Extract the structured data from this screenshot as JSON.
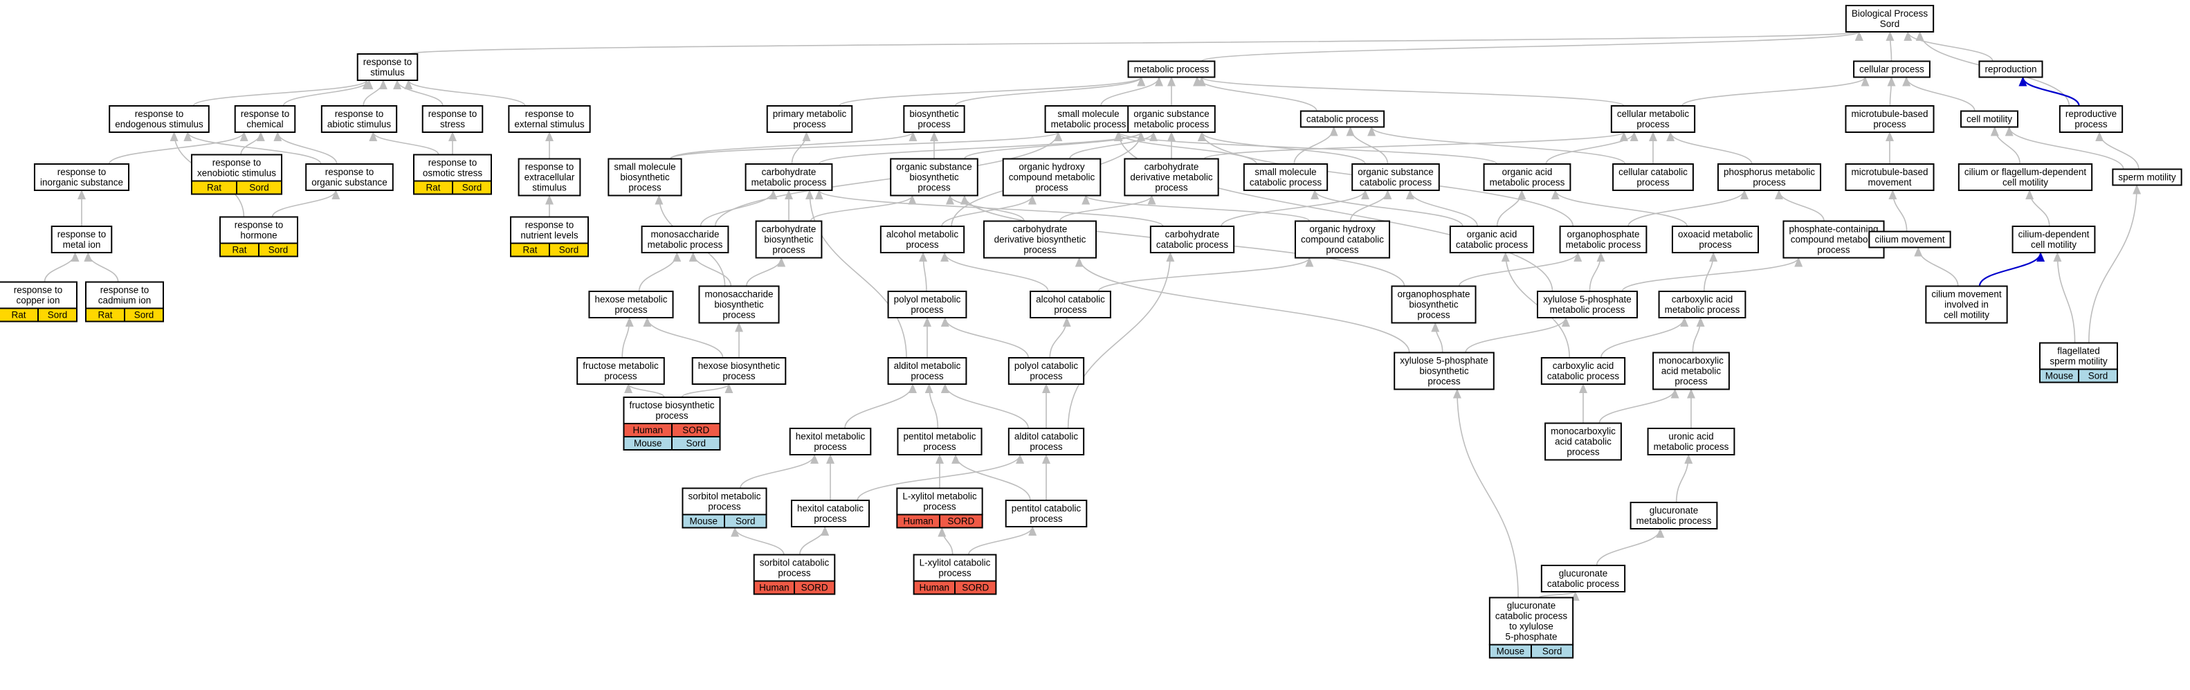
{
  "nodes": [
    {
      "id": "root",
      "lines": [
        "Biological Process",
        "Sord"
      ]
    },
    {
      "id": "stim",
      "lines": [
        "response to",
        "stimulus"
      ]
    },
    {
      "id": "meta",
      "lines": [
        "metabolic process"
      ]
    },
    {
      "id": "cell",
      "lines": [
        "cellular process"
      ]
    },
    {
      "id": "repro",
      "lines": [
        "reproduction"
      ]
    },
    {
      "id": "endo",
      "lines": [
        "response to",
        "endogenous stimulus"
      ]
    },
    {
      "id": "chem",
      "lines": [
        "response to",
        "chemical"
      ]
    },
    {
      "id": "abio",
      "lines": [
        "response to",
        "abiotic stimulus"
      ]
    },
    {
      "id": "stress",
      "lines": [
        "response to",
        "stress"
      ]
    },
    {
      "id": "ext",
      "lines": [
        "response to",
        "external stimulus"
      ]
    },
    {
      "id": "primmet",
      "lines": [
        "primary metabolic",
        "process"
      ]
    },
    {
      "id": "biosyn",
      "lines": [
        "biosynthetic",
        "process"
      ]
    },
    {
      "id": "smm",
      "lines": [
        "small molecule",
        "metabolic process"
      ]
    },
    {
      "id": "osm",
      "lines": [
        "organic substance",
        "metabolic process"
      ]
    },
    {
      "id": "catab",
      "lines": [
        "catabolic process"
      ]
    },
    {
      "id": "cmp",
      "lines": [
        "cellular metabolic",
        "process"
      ]
    },
    {
      "id": "mtb",
      "lines": [
        "microtubule-based",
        "process"
      ]
    },
    {
      "id": "cmot",
      "lines": [
        "cell motility"
      ]
    },
    {
      "id": "reprop",
      "lines": [
        "reproductive",
        "process"
      ]
    },
    {
      "id": "inorg",
      "lines": [
        "response to",
        "inorganic substance"
      ]
    },
    {
      "id": "xeno",
      "lines": [
        "response to",
        "xenobiotic stimulus"
      ],
      "ann": [
        {
          "label": "Rat",
          "color": "#ffd700"
        },
        {
          "label": "Sord",
          "color": "#ffd700"
        }
      ]
    },
    {
      "id": "orgsub",
      "lines": [
        "response to",
        "organic substance"
      ]
    },
    {
      "id": "osmo",
      "lines": [
        "response to",
        "osmotic stress"
      ],
      "ann": [
        {
          "label": "Rat",
          "color": "#ffd700"
        },
        {
          "label": "Sord",
          "color": "#ffd700"
        }
      ]
    },
    {
      "id": "extra",
      "lines": [
        "response to",
        "extracellular",
        "stimulus"
      ]
    },
    {
      "id": "smbio",
      "lines": [
        "small molecule",
        "biosynthetic",
        "process"
      ]
    },
    {
      "id": "carbm",
      "lines": [
        "carbohydrate",
        "metabolic process"
      ]
    },
    {
      "id": "osbio",
      "lines": [
        "organic substance",
        "biosynthetic",
        "process"
      ]
    },
    {
      "id": "ohm",
      "lines": [
        "organic hydroxy",
        "compound metabolic",
        "process"
      ]
    },
    {
      "id": "cdm",
      "lines": [
        "carbohydrate",
        "derivative metabolic",
        "process"
      ]
    },
    {
      "id": "smcat",
      "lines": [
        "small molecule",
        "catabolic process"
      ]
    },
    {
      "id": "oscat",
      "lines": [
        "organic substance",
        "catabolic process"
      ]
    },
    {
      "id": "oam",
      "lines": [
        "organic acid",
        "metabolic process"
      ]
    },
    {
      "id": "ccat",
      "lines": [
        "cellular catabolic",
        "process"
      ]
    },
    {
      "id": "phos",
      "lines": [
        "phosphorus metabolic",
        "process"
      ]
    },
    {
      "id": "mtbm",
      "lines": [
        "microtubule-based",
        "movement"
      ]
    },
    {
      "id": "cfm",
      "lines": [
        "cilium or flagellum-dependent",
        "cell motility"
      ]
    },
    {
      "id": "spm",
      "lines": [
        "sperm motility"
      ]
    },
    {
      "id": "metion",
      "lines": [
        "response to",
        "metal ion"
      ]
    },
    {
      "id": "horm",
      "lines": [
        "response to",
        "hormone"
      ],
      "ann": [
        {
          "label": "Rat",
          "color": "#ffd700"
        },
        {
          "label": "Sord",
          "color": "#ffd700"
        }
      ]
    },
    {
      "id": "nutr",
      "lines": [
        "response to",
        "nutrient levels"
      ],
      "ann": [
        {
          "label": "Rat",
          "color": "#ffd700"
        },
        {
          "label": "Sord",
          "color": "#ffd700"
        }
      ]
    },
    {
      "id": "monom",
      "lines": [
        "monosaccharide",
        "metabolic process"
      ]
    },
    {
      "id": "carbbio",
      "lines": [
        "carbohydrate",
        "biosynthetic",
        "process"
      ]
    },
    {
      "id": "alcm",
      "lines": [
        "alcohol metabolic",
        "process"
      ]
    },
    {
      "id": "cdbio",
      "lines": [
        "carbohydrate",
        "derivative biosynthetic",
        "process"
      ]
    },
    {
      "id": "carbcat",
      "lines": [
        "carbohydrate",
        "catabolic process"
      ]
    },
    {
      "id": "ohcat",
      "lines": [
        "organic hydroxy",
        "compound catabolic",
        "process"
      ]
    },
    {
      "id": "oacat",
      "lines": [
        "organic acid",
        "catabolic process"
      ]
    },
    {
      "id": "orgph",
      "lines": [
        "organophosphate",
        "metabolic process"
      ]
    },
    {
      "id": "oxo",
      "lines": [
        "oxoacid metabolic",
        "process"
      ]
    },
    {
      "id": "pcc",
      "lines": [
        "phosphate-containing",
        "compound metabolic",
        "process"
      ]
    },
    {
      "id": "cmov",
      "lines": [
        "cilium movement"
      ]
    },
    {
      "id": "cdcm",
      "lines": [
        "cilium-dependent",
        "cell motility"
      ]
    },
    {
      "id": "copper",
      "lines": [
        "response to",
        "copper ion"
      ],
      "ann": [
        {
          "label": "Rat",
          "color": "#ffd700"
        },
        {
          "label": "Sord",
          "color": "#ffd700"
        }
      ]
    },
    {
      "id": "cadm",
      "lines": [
        "response to",
        "cadmium ion"
      ],
      "ann": [
        {
          "label": "Rat",
          "color": "#ffd700"
        },
        {
          "label": "Sord",
          "color": "#ffd700"
        }
      ]
    },
    {
      "id": "hexm",
      "lines": [
        "hexose metabolic",
        "process"
      ]
    },
    {
      "id": "monobio",
      "lines": [
        "monosaccharide",
        "biosynthetic",
        "process"
      ]
    },
    {
      "id": "polm",
      "lines": [
        "polyol metabolic",
        "process"
      ]
    },
    {
      "id": "alccat",
      "lines": [
        "alcohol catabolic",
        "process"
      ]
    },
    {
      "id": "orgphbio",
      "lines": [
        "organophosphate",
        "biosynthetic",
        "process"
      ]
    },
    {
      "id": "x5pm",
      "lines": [
        "xylulose 5-phosphate",
        "metabolic process"
      ]
    },
    {
      "id": "cam",
      "lines": [
        "carboxylic acid",
        "metabolic process"
      ]
    },
    {
      "id": "cmic",
      "lines": [
        "cilium movement",
        "involved in",
        "cell motility"
      ]
    },
    {
      "id": "fruc",
      "lines": [
        "fructose metabolic",
        "process"
      ]
    },
    {
      "id": "hexbio",
      "lines": [
        "hexose biosynthetic",
        "process"
      ]
    },
    {
      "id": "aldm",
      "lines": [
        "alditol metabolic",
        "process"
      ]
    },
    {
      "id": "polcat",
      "lines": [
        "polyol catabolic",
        "process"
      ]
    },
    {
      "id": "x5pbio",
      "lines": [
        "xylulose 5-phosphate",
        "biosynthetic",
        "process"
      ]
    },
    {
      "id": "cacat",
      "lines": [
        "carboxylic acid",
        "catabolic process"
      ]
    },
    {
      "id": "mcam",
      "lines": [
        "monocarboxylic",
        "acid metabolic",
        "process"
      ]
    },
    {
      "id": "flag",
      "lines": [
        "flagellated",
        "sperm motility"
      ],
      "ann": [
        {
          "label": "Mouse",
          "color": "#add8e6"
        },
        {
          "label": "Sord",
          "color": "#add8e6"
        }
      ]
    },
    {
      "id": "frucbio",
      "lines": [
        "fructose biosynthetic",
        "process"
      ],
      "ann": [
        {
          "label": "Human",
          "color": "#f05a46"
        },
        {
          "label": "SORD",
          "color": "#f05a46"
        },
        {
          "label": "Mouse",
          "color": "#add8e6"
        },
        {
          "label": "Sord",
          "color": "#add8e6"
        }
      ]
    },
    {
      "id": "hexitm",
      "lines": [
        "hexitol metabolic",
        "process"
      ]
    },
    {
      "id": "pentm",
      "lines": [
        "pentitol metabolic",
        "process"
      ]
    },
    {
      "id": "aldcat",
      "lines": [
        "alditol catabolic",
        "process"
      ]
    },
    {
      "id": "mcacat",
      "lines": [
        "monocarboxylic",
        "acid catabolic",
        "process"
      ]
    },
    {
      "id": "uronic",
      "lines": [
        "uronic acid",
        "metabolic process"
      ]
    },
    {
      "id": "sorbm",
      "lines": [
        "sorbitol metabolic",
        "process"
      ],
      "ann": [
        {
          "label": "Mouse",
          "color": "#add8e6"
        },
        {
          "label": "Sord",
          "color": "#add8e6"
        }
      ]
    },
    {
      "id": "hexcat",
      "lines": [
        "hexitol catabolic",
        "process"
      ]
    },
    {
      "id": "lxylm",
      "lines": [
        "L-xylitol metabolic",
        "process"
      ],
      "ann": [
        {
          "label": "Human",
          "color": "#f05a46"
        },
        {
          "label": "SORD",
          "color": "#f05a46"
        }
      ]
    },
    {
      "id": "pentcat",
      "lines": [
        "pentitol catabolic",
        "process"
      ]
    },
    {
      "id": "glucm",
      "lines": [
        "glucuronate",
        "metabolic process"
      ]
    },
    {
      "id": "sorbcat",
      "lines": [
        "sorbitol catabolic",
        "process"
      ],
      "ann": [
        {
          "label": "Human",
          "color": "#f05a46"
        },
        {
          "label": "SORD",
          "color": "#f05a46"
        }
      ]
    },
    {
      "id": "lxylcat",
      "lines": [
        "L-xylitol catabolic",
        "process"
      ],
      "ann": [
        {
          "label": "Human",
          "color": "#f05a46"
        },
        {
          "label": "SORD",
          "color": "#f05a46"
        }
      ]
    },
    {
      "id": "glucat",
      "lines": [
        "glucuronate",
        "catabolic process"
      ]
    },
    {
      "id": "gluxyl",
      "lines": [
        "glucuronate",
        "catabolic process",
        "to xylulose",
        "5-phosphate"
      ],
      "ann": [
        {
          "label": "Mouse",
          "color": "#add8e6"
        },
        {
          "label": "Sord",
          "color": "#add8e6"
        }
      ]
    }
  ],
  "edges": [
    [
      "stim",
      "root"
    ],
    [
      "meta",
      "root"
    ],
    [
      "cell",
      "root"
    ],
    [
      "repro",
      "root"
    ],
    [
      "reprop",
      "root"
    ],
    [
      "endo",
      "stim"
    ],
    [
      "chem",
      "stim"
    ],
    [
      "abio",
      "stim"
    ],
    [
      "stress",
      "stim"
    ],
    [
      "ext",
      "stim"
    ],
    [
      "primmet",
      "meta"
    ],
    [
      "biosyn",
      "meta"
    ],
    [
      "smm",
      "meta"
    ],
    [
      "osm",
      "meta"
    ],
    [
      "catab",
      "meta"
    ],
    [
      "cmp",
      "meta"
    ],
    [
      "cmp",
      "cell"
    ],
    [
      "mtb",
      "cell"
    ],
    [
      "cmot",
      "cell"
    ],
    [
      "reprop",
      "repro"
    ],
    [
      "inorg",
      "chem"
    ],
    [
      "xeno",
      "chem"
    ],
    [
      "orgsub",
      "chem"
    ],
    [
      "orgsub",
      "endo"
    ],
    [
      "osmo",
      "abio"
    ],
    [
      "osmo",
      "stress"
    ],
    [
      "extra",
      "ext"
    ],
    [
      "metion",
      "inorg"
    ],
    [
      "copper",
      "metion"
    ],
    [
      "cadm",
      "metion"
    ],
    [
      "horm",
      "endo"
    ],
    [
      "horm",
      "orgsub"
    ],
    [
      "nutr",
      "extra"
    ],
    [
      "smbio",
      "smm"
    ],
    [
      "smbio",
      "biosyn"
    ],
    [
      "carbm",
      "primmet"
    ],
    [
      "carbm",
      "osm"
    ],
    [
      "osbio",
      "biosyn"
    ],
    [
      "osbio",
      "osm"
    ],
    [
      "ohm",
      "osm"
    ],
    [
      "cdm",
      "osm"
    ],
    [
      "cdm",
      "cmp"
    ],
    [
      "smcat",
      "smm"
    ],
    [
      "smcat",
      "catab"
    ],
    [
      "oscat",
      "osm"
    ],
    [
      "oscat",
      "catab"
    ],
    [
      "oam",
      "smm"
    ],
    [
      "oam",
      "cmp"
    ],
    [
      "ccat",
      "cmp"
    ],
    [
      "ccat",
      "catab"
    ],
    [
      "phos",
      "cmp"
    ],
    [
      "mtbm",
      "mtb"
    ],
    [
      "cfm",
      "cmot"
    ],
    [
      "spm",
      "cmot"
    ],
    [
      "spm",
      "reprop"
    ],
    [
      "monom",
      "carbm"
    ],
    [
      "monom",
      "smm"
    ],
    [
      "carbbio",
      "carbm"
    ],
    [
      "carbbio",
      "osbio"
    ],
    [
      "alcm",
      "ohm"
    ],
    [
      "alcm",
      "osm"
    ],
    [
      "cdbio",
      "cdm"
    ],
    [
      "cdbio",
      "osbio"
    ],
    [
      "carbcat",
      "carbm"
    ],
    [
      "carbcat",
      "oscat"
    ],
    [
      "ohcat",
      "ohm"
    ],
    [
      "ohcat",
      "oscat"
    ],
    [
      "oacat",
      "oam"
    ],
    [
      "oacat",
      "smcat"
    ],
    [
      "oacat",
      "oscat"
    ],
    [
      "orgph",
      "phos"
    ],
    [
      "orgph",
      "osm"
    ],
    [
      "oxo",
      "oam"
    ],
    [
      "pcc",
      "phos"
    ],
    [
      "cmov",
      "mtbm"
    ],
    [
      "cdcm",
      "cfm"
    ],
    [
      "hexm",
      "monom"
    ],
    [
      "monobio",
      "monom"
    ],
    [
      "monobio",
      "carbbio"
    ],
    [
      "monobio",
      "smbio"
    ],
    [
      "polm",
      "alcm"
    ],
    [
      "alccat",
      "alcm"
    ],
    [
      "alccat",
      "ohcat"
    ],
    [
      "orgphbio",
      "orgph"
    ],
    [
      "orgphbio",
      "osbio"
    ],
    [
      "x5pm",
      "orgph"
    ],
    [
      "x5pm",
      "pcc"
    ],
    [
      "x5pm",
      "smm"
    ],
    [
      "cam",
      "oxo"
    ],
    [
      "cmic",
      "cmov"
    ],
    [
      "cmic",
      "cdcm"
    ],
    [
      "fruc",
      "hexm"
    ],
    [
      "hexbio",
      "hexm"
    ],
    [
      "hexbio",
      "monobio"
    ],
    [
      "aldm",
      "polm"
    ],
    [
      "aldm",
      "carbm"
    ],
    [
      "polcat",
      "polm"
    ],
    [
      "polcat",
      "alccat"
    ],
    [
      "x5pbio",
      "x5pm"
    ],
    [
      "x5pbio",
      "orgphbio"
    ],
    [
      "x5pbio",
      "cdbio"
    ],
    [
      "cacat",
      "cam"
    ],
    [
      "cacat",
      "oacat"
    ],
    [
      "mcam",
      "cam"
    ],
    [
      "flag",
      "cdcm"
    ],
    [
      "flag",
      "spm"
    ],
    [
      "frucbio",
      "fruc"
    ],
    [
      "frucbio",
      "hexbio"
    ],
    [
      "hexitm",
      "aldm"
    ],
    [
      "pentm",
      "aldm"
    ],
    [
      "aldcat",
      "aldm"
    ],
    [
      "aldcat",
      "polcat"
    ],
    [
      "aldcat",
      "carbcat"
    ],
    [
      "mcacat",
      "mcam"
    ],
    [
      "mcacat",
      "cacat"
    ],
    [
      "uronic",
      "mcam"
    ],
    [
      "sorbm",
      "hexitm"
    ],
    [
      "hexcat",
      "hexitm"
    ],
    [
      "hexcat",
      "aldcat"
    ],
    [
      "lxylm",
      "pentm"
    ],
    [
      "pentcat",
      "pentm"
    ],
    [
      "pentcat",
      "aldcat"
    ],
    [
      "glucm",
      "uronic"
    ],
    [
      "sorbcat",
      "sorbm"
    ],
    [
      "sorbcat",
      "hexcat"
    ],
    [
      "lxylcat",
      "lxylm"
    ],
    [
      "lxylcat",
      "pentcat"
    ],
    [
      "glucat",
      "glucm"
    ],
    [
      "gluxyl",
      "glucat"
    ],
    [
      "gluxyl",
      "x5pbio"
    ]
  ],
  "blue_edges": [
    [
      "reprop",
      "repro"
    ],
    [
      "cmic",
      "cdcm"
    ]
  ]
}
